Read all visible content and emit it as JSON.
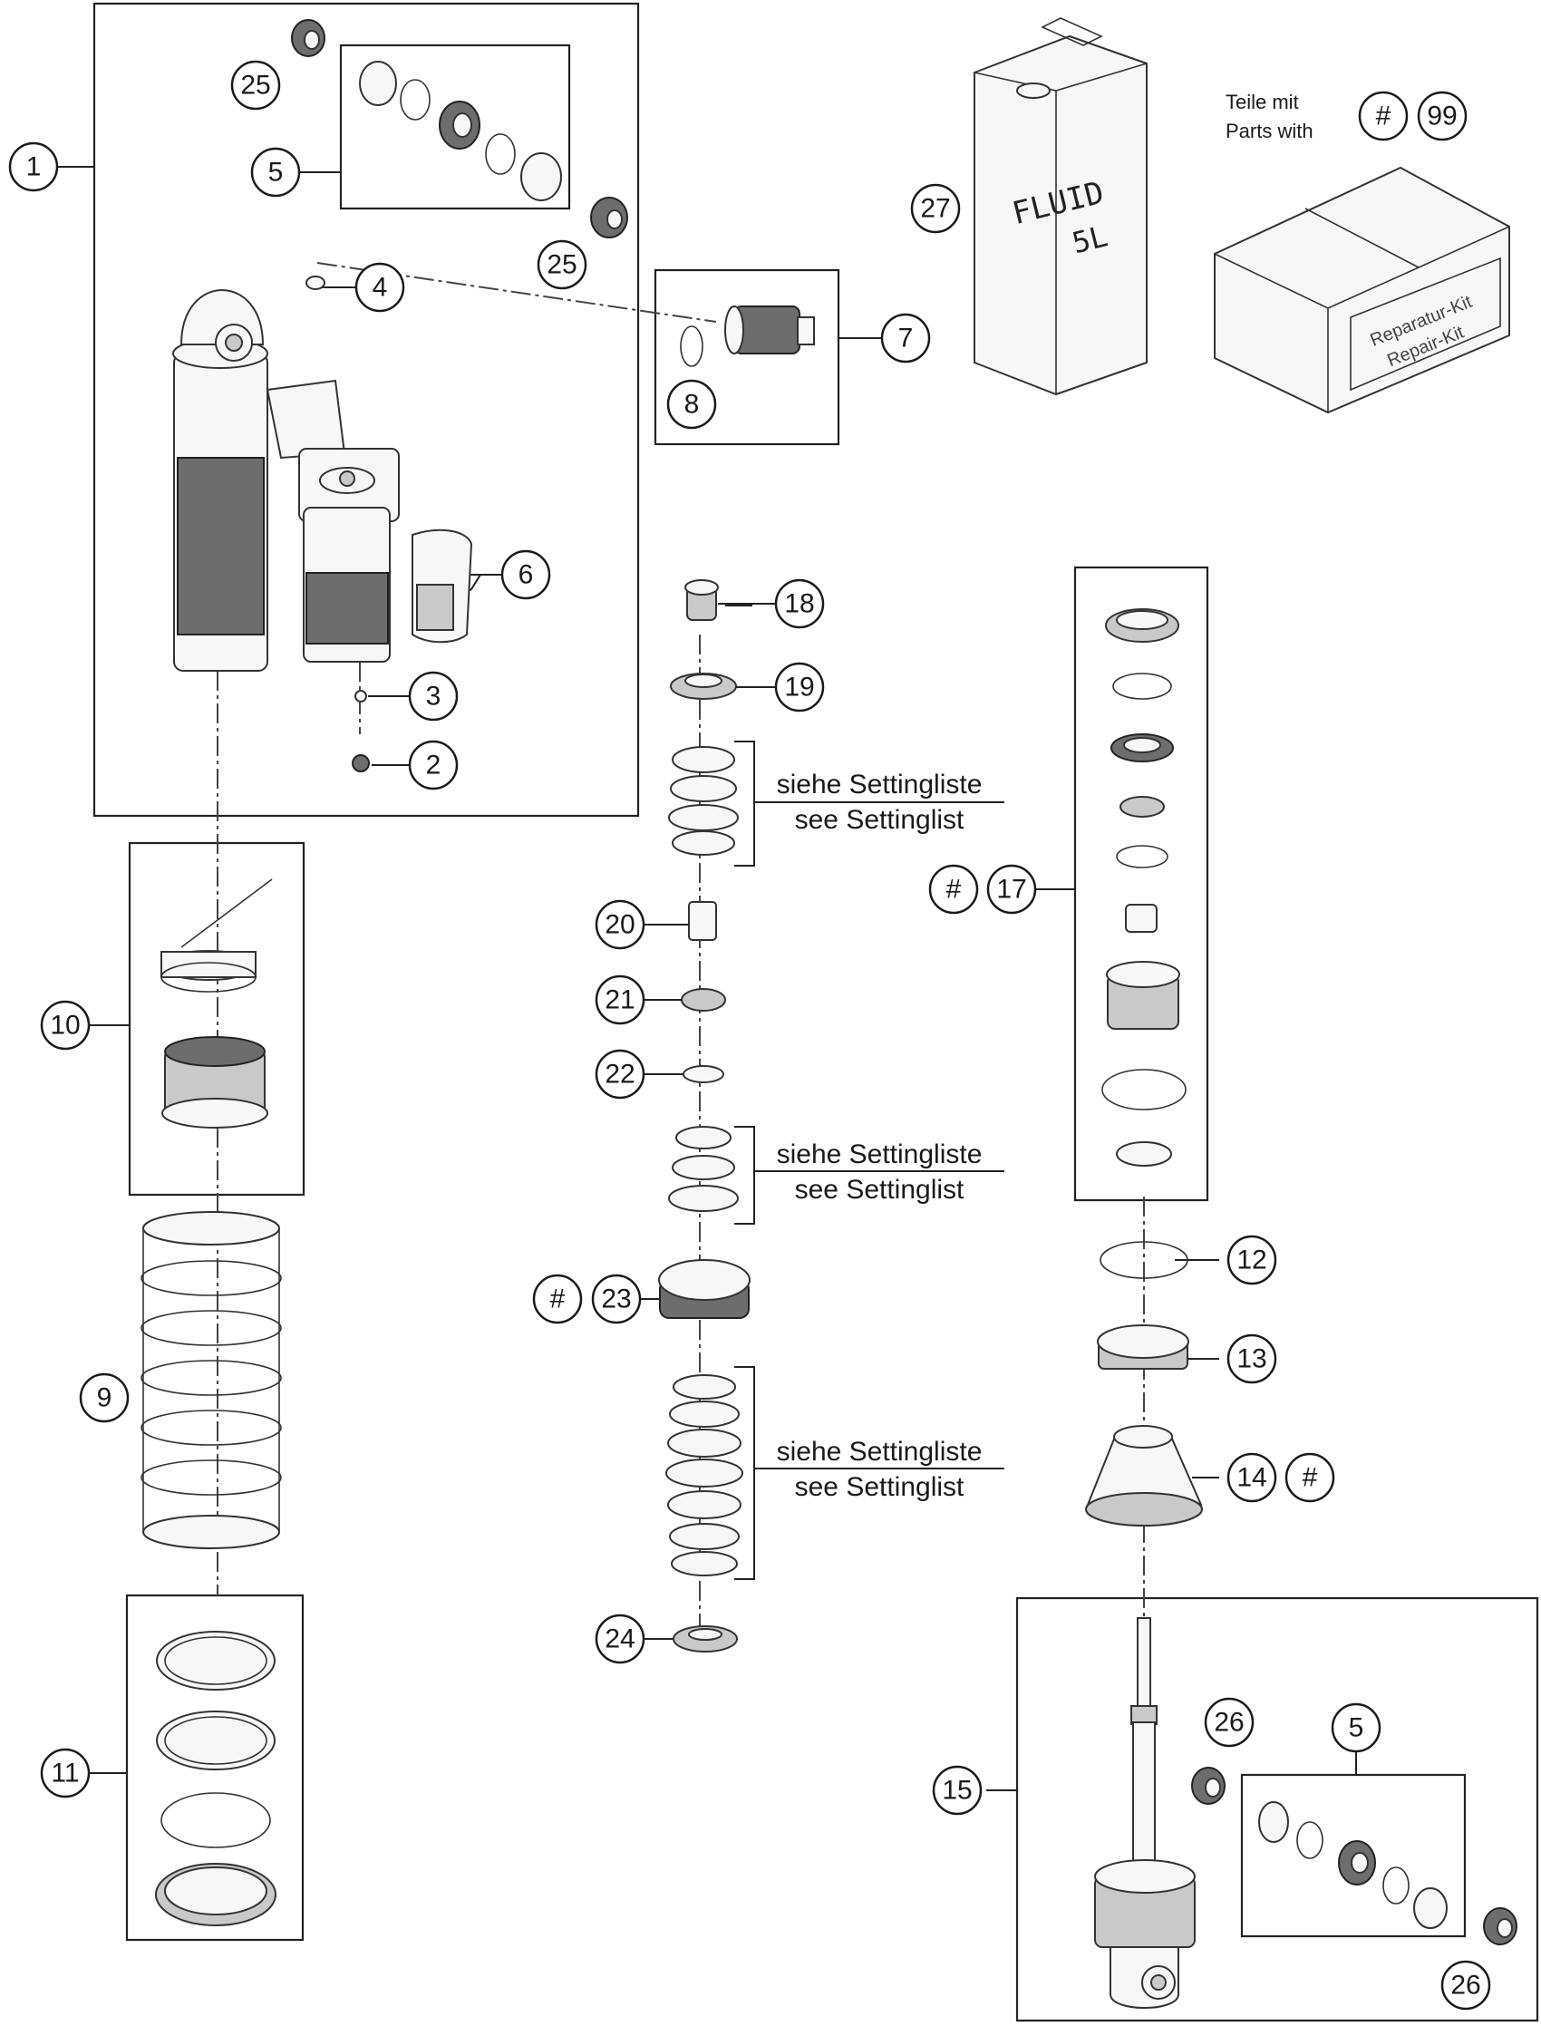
{
  "callouts": {
    "c1": "1",
    "c2": "2",
    "c3": "3",
    "c4": "4",
    "c5a": "5",
    "c5b": "5",
    "c6": "6",
    "c7": "7",
    "c8": "8",
    "c9": "9",
    "c10": "10",
    "c11": "11",
    "c12": "12",
    "c13": "13",
    "c14": "14",
    "c15": "15",
    "c17": "17",
    "c18": "18",
    "c19": "19",
    "c20": "20",
    "c21": "21",
    "c22": "22",
    "c23": "23",
    "c24": "24",
    "c25a": "25",
    "c25b": "25",
    "c26a": "26",
    "c26b": "26",
    "c27": "27",
    "c99": "99"
  },
  "hash_marks": {
    "h17": "#",
    "h23": "#",
    "h14": "#",
    "h_legend": "#"
  },
  "legend": {
    "line1": "Teile mit",
    "line2": "Parts with"
  },
  "setting_notes": [
    {
      "de": "siehe Settingliste",
      "en": "see Settinglist"
    },
    {
      "de": "siehe Settingliste",
      "en": "see Settinglist"
    },
    {
      "de": "siehe Settingliste",
      "en": "see Settinglist"
    }
  ],
  "can_label": {
    "line1": "FLUID",
    "line2": "5L"
  },
  "box_label": {
    "line1": "Reparatur-Kit",
    "line2": "Repair-Kit"
  }
}
